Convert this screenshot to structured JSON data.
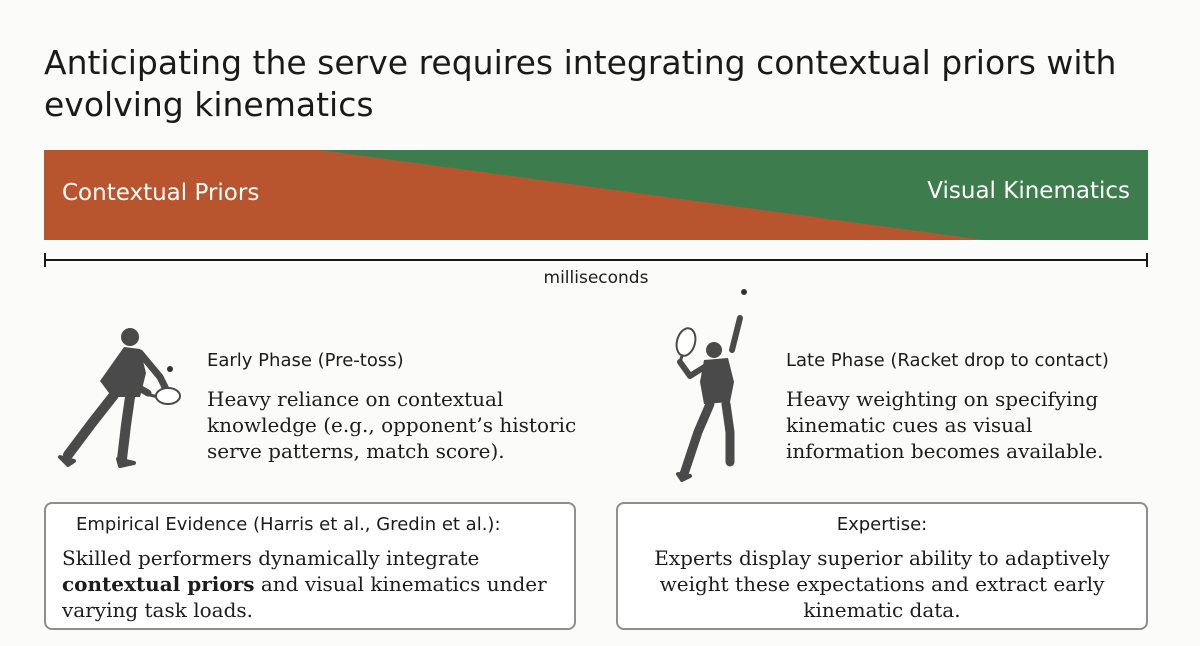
{
  "title": "Anticipating the serve requires integrating contextual priors with evolving kinematics",
  "band": {
    "left_label": "Contextual Priors",
    "right_label": "Visual Kinematics",
    "colors": {
      "contextual": "#b9552e",
      "kinematics": "#3d7c4c"
    }
  },
  "axis": {
    "label": "milliseconds"
  },
  "early_phase": {
    "heading": "Early Phase (Pre-toss)",
    "body": "Heavy reliance on contextual knowledge (e.g., opponent’s historic serve patterns, match score).",
    "figure_icon": "tennis-player-ready-icon"
  },
  "late_phase": {
    "heading": "Late Phase (Racket drop to contact)",
    "body": "Heavy weighting on specifying kinematic cues as visual information becomes available.",
    "figure_icon": "tennis-player-serving-icon"
  },
  "evidence_card": {
    "heading": "Empirical Evidence (Harris et al., Gredin et al.):",
    "body_pre": "Skilled performers dynamically integrate ",
    "body_bold": "contextual priors",
    "body_post": " and visual kinematics under varying task loads."
  },
  "expertise_card": {
    "heading": "Expertise:",
    "body": "Experts display superior ability to adaptively weight these expectations and extract early kinematic data."
  }
}
